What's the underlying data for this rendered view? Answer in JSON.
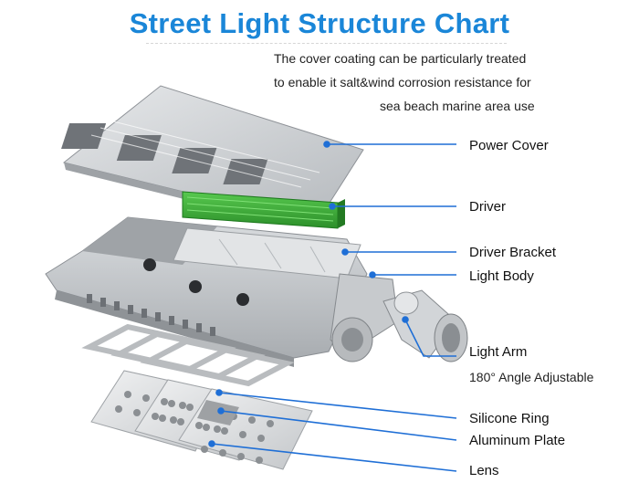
{
  "title": "Street Light Structure Chart",
  "note_lines": [
    "The cover coating can be particularly treated",
    "to enable it salt&wind corrosion resistance for",
    "sea beach marine area use"
  ],
  "labels": {
    "power_cover": "Power Cover",
    "driver": "Driver",
    "driver_bracket": "Driver Bracket",
    "light_body": "Light Body",
    "light_arm": "Light Arm",
    "light_arm_sub": "180° Angle Adjustable",
    "silicone_ring": "Silicone Ring",
    "aluminum_plate": "Aluminum Plate",
    "lens": "Lens"
  },
  "colors": {
    "title": "#1a86d8",
    "leader": "#1f6fd6",
    "driver_green": "#3bb43a",
    "metal": "#c9ccd0"
  }
}
